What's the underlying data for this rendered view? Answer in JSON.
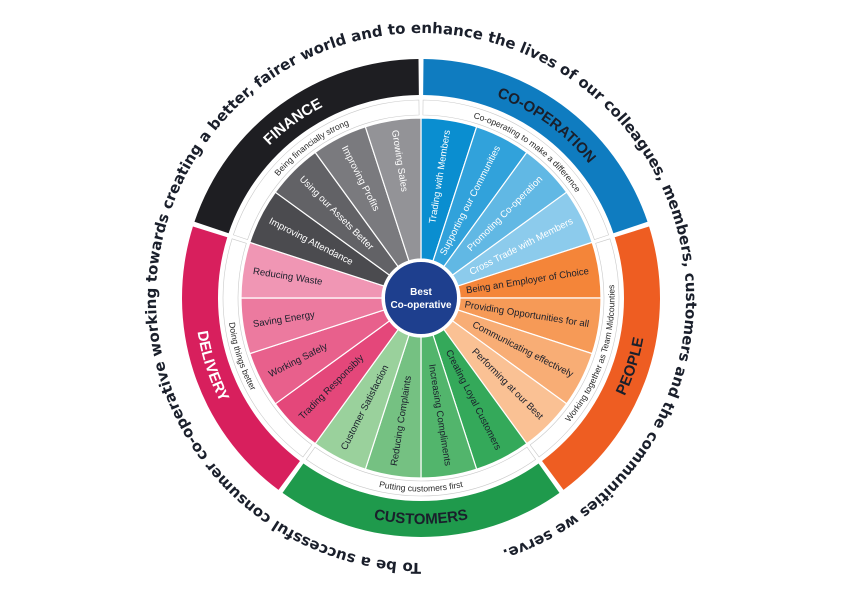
{
  "mission_statement": "To be a successful consumer co-operative working towards creating a better, fairer world and to enhance the lives of our colleagues, members, customers and the communities we serve.",
  "center": {
    "line1": "Best",
    "line2": "Co-operative",
    "color": "#1e3f8e"
  },
  "categories": [
    {
      "id": "co-operation",
      "title": "CO-OPERATION",
      "subtitle": "Co-operating to make a difference",
      "colors": {
        "band": "#0f7cc0",
        "label": "#1a1f2b",
        "slice_text": "#ffffff"
      },
      "slices": [
        {
          "text": "Trading with Members",
          "color": "#0a8ed0"
        },
        {
          "text": "Supporting our Communities",
          "color": "#31a2db"
        },
        {
          "text": "Promoting Co-operation",
          "color": "#61b8e4"
        },
        {
          "text": "Cross Trade with Members",
          "color": "#8ccbec"
        }
      ]
    },
    {
      "id": "people",
      "title": "PEOPLE",
      "subtitle": "Working together as Team Midcounties",
      "colors": {
        "band": "#ee5d22",
        "label": "#1a1f2b",
        "slice_text": "#1a1f2b"
      },
      "slices": [
        {
          "text": "Being an Employer of Choice",
          "color": "#f48539"
        },
        {
          "text": "Providing Opportunities for all",
          "color": "#f69a57"
        },
        {
          "text": "Communicating effectively",
          "color": "#f8ad75"
        },
        {
          "text": "Performing at our Best",
          "color": "#fac194"
        }
      ]
    },
    {
      "id": "customers",
      "title": "CUSTOMERS",
      "subtitle": "Putting customers first",
      "colors": {
        "band": "#1f9a4c",
        "label": "#1a1f2b",
        "slice_text": "#1a1f2b"
      },
      "slices": [
        {
          "text": "Creating Loyal Customers",
          "color": "#34a95a"
        },
        {
          "text": "Increasing Compliments",
          "color": "#52b56c"
        },
        {
          "text": "Reducing Complaints",
          "color": "#75c182"
        },
        {
          "text": "Customer Satisfaction",
          "color": "#9ad19c"
        }
      ]
    },
    {
      "id": "delivery",
      "title": "DELIVERY",
      "subtitle": "Doing things better",
      "colors": {
        "band": "#d81f5d",
        "label": "#ffffff",
        "slice_text": "#1a1f2b"
      },
      "slices": [
        {
          "text": "Trading Responsibly",
          "color": "#e4477a"
        },
        {
          "text": "Working Safely",
          "color": "#e8608c"
        },
        {
          "text": "Saving Energy",
          "color": "#ec7a9f"
        },
        {
          "text": "Reducing Waste",
          "color": "#f096b4"
        }
      ]
    },
    {
      "id": "finance",
      "title": "FINANCE",
      "subtitle": "Being financially strong",
      "colors": {
        "band": "#1e1e22",
        "label": "#ffffff",
        "slice_text": "#ffffff"
      },
      "slices": [
        {
          "text": "Improving Attendance",
          "color": "#4b4b4f"
        },
        {
          "text": "Using our Assets Better",
          "color": "#626266"
        },
        {
          "text": "Improving Profits",
          "color": "#7a7a7e"
        },
        {
          "text": "Growing Sales",
          "color": "#939397"
        }
      ]
    }
  ]
}
